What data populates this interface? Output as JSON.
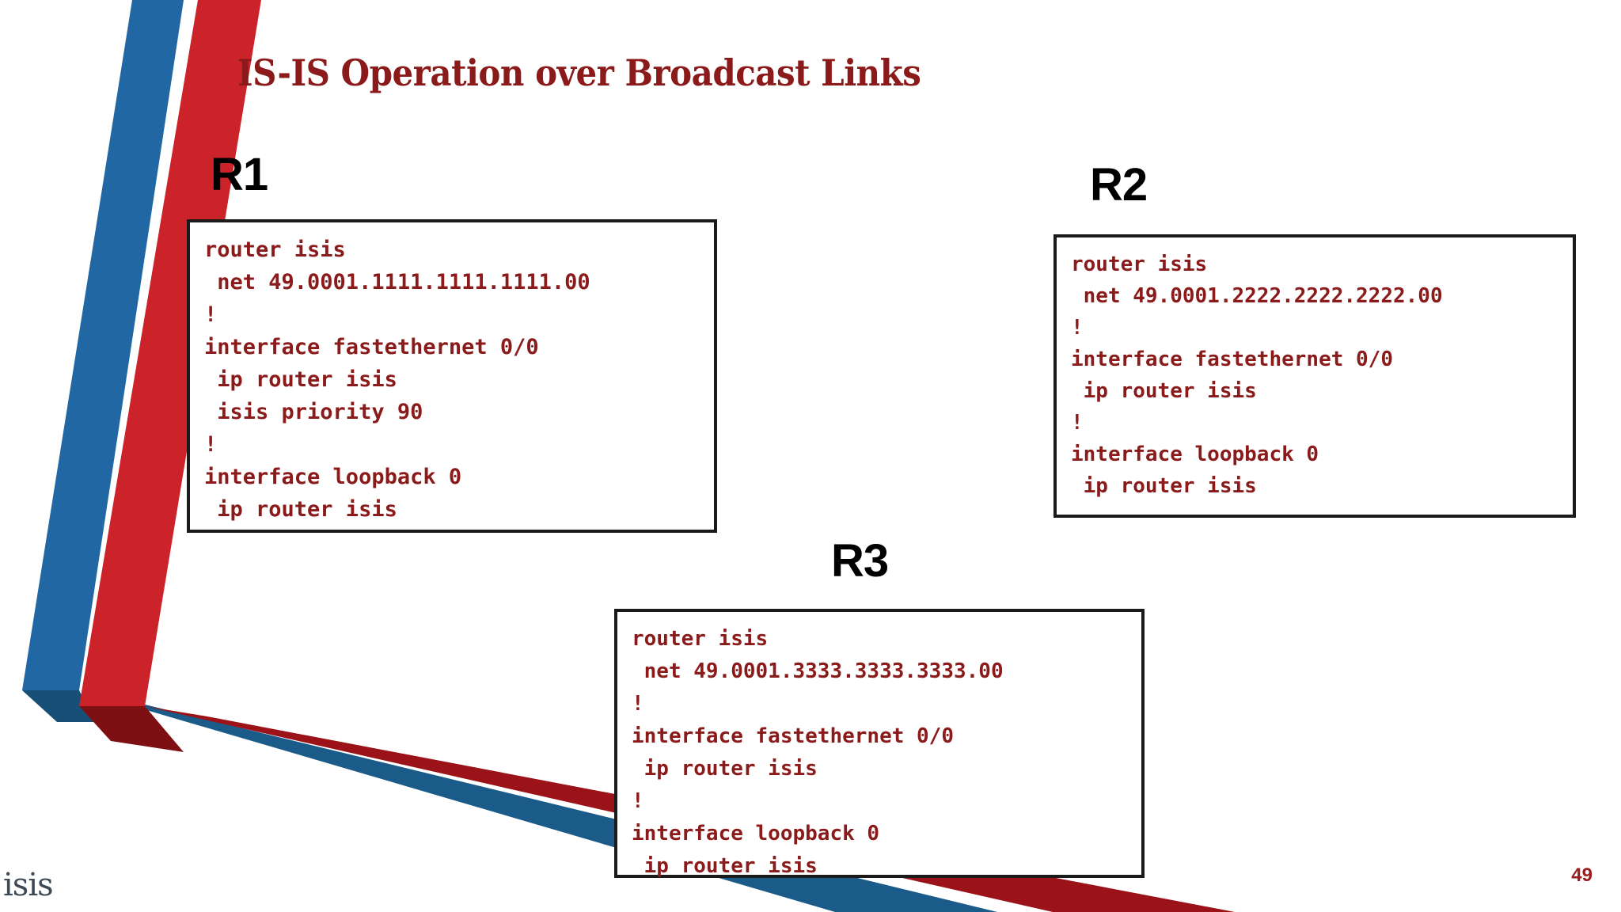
{
  "slide": {
    "title": "IS-IS Operation over Broadcast Links",
    "page_number": "49",
    "footer_brand": "isis",
    "background_color": "#ffffff",
    "title_color": "#8B1A1A",
    "code_color": "#8B1A1A",
    "box_border_color": "#1a1a1a"
  },
  "ribbon": {
    "blue_upper": "#2167A4",
    "blue_lower": "#1B5B8A",
    "red_upper": "#CC2229",
    "red_lower": "#9B1318",
    "red_bend_shadow": "#7E1014",
    "blue_bend_shadow": "#184F77"
  },
  "routers": [
    {
      "id": "r1",
      "label": "R1",
      "config": "router isis\n net 49.0001.1111.1111.1111.00\n!\ninterface fastethernet 0/0\n ip router isis\n isis priority 90\n!\ninterface loopback 0\n ip router isis"
    },
    {
      "id": "r2",
      "label": "R2",
      "config": "router isis\n net 49.0001.2222.2222.2222.00\n!\ninterface fastethernet 0/0\n ip router isis\n!\ninterface loopback 0\n ip router isis"
    },
    {
      "id": "r3",
      "label": "R3",
      "config": "router isis\n net 49.0001.3333.3333.3333.00\n!\ninterface fastethernet 0/0\n ip router isis\n!\ninterface loopback 0\n ip router isis"
    }
  ]
}
